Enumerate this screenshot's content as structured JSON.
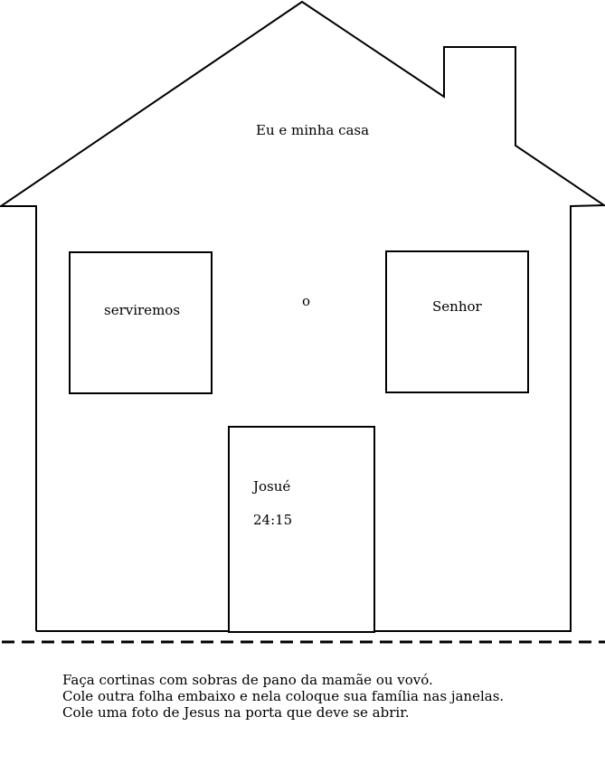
{
  "house": {
    "title": "Eu e minha casa",
    "left_window_text": "serviremos",
    "middle_text": "o",
    "right_window_text": "Senhor",
    "door_line1": "Josué",
    "door_line2": "24:15"
  },
  "instructions": [
    "Faça cortinas com sobras de pano da mamãe ou vovó.",
    "Cole outra folha embaixo e nela coloque sua família nas janelas.",
    "Cole uma foto de Jesus na porta que deve se abrir."
  ],
  "colors": {
    "line": "#000000",
    "background": "#ffffff"
  }
}
